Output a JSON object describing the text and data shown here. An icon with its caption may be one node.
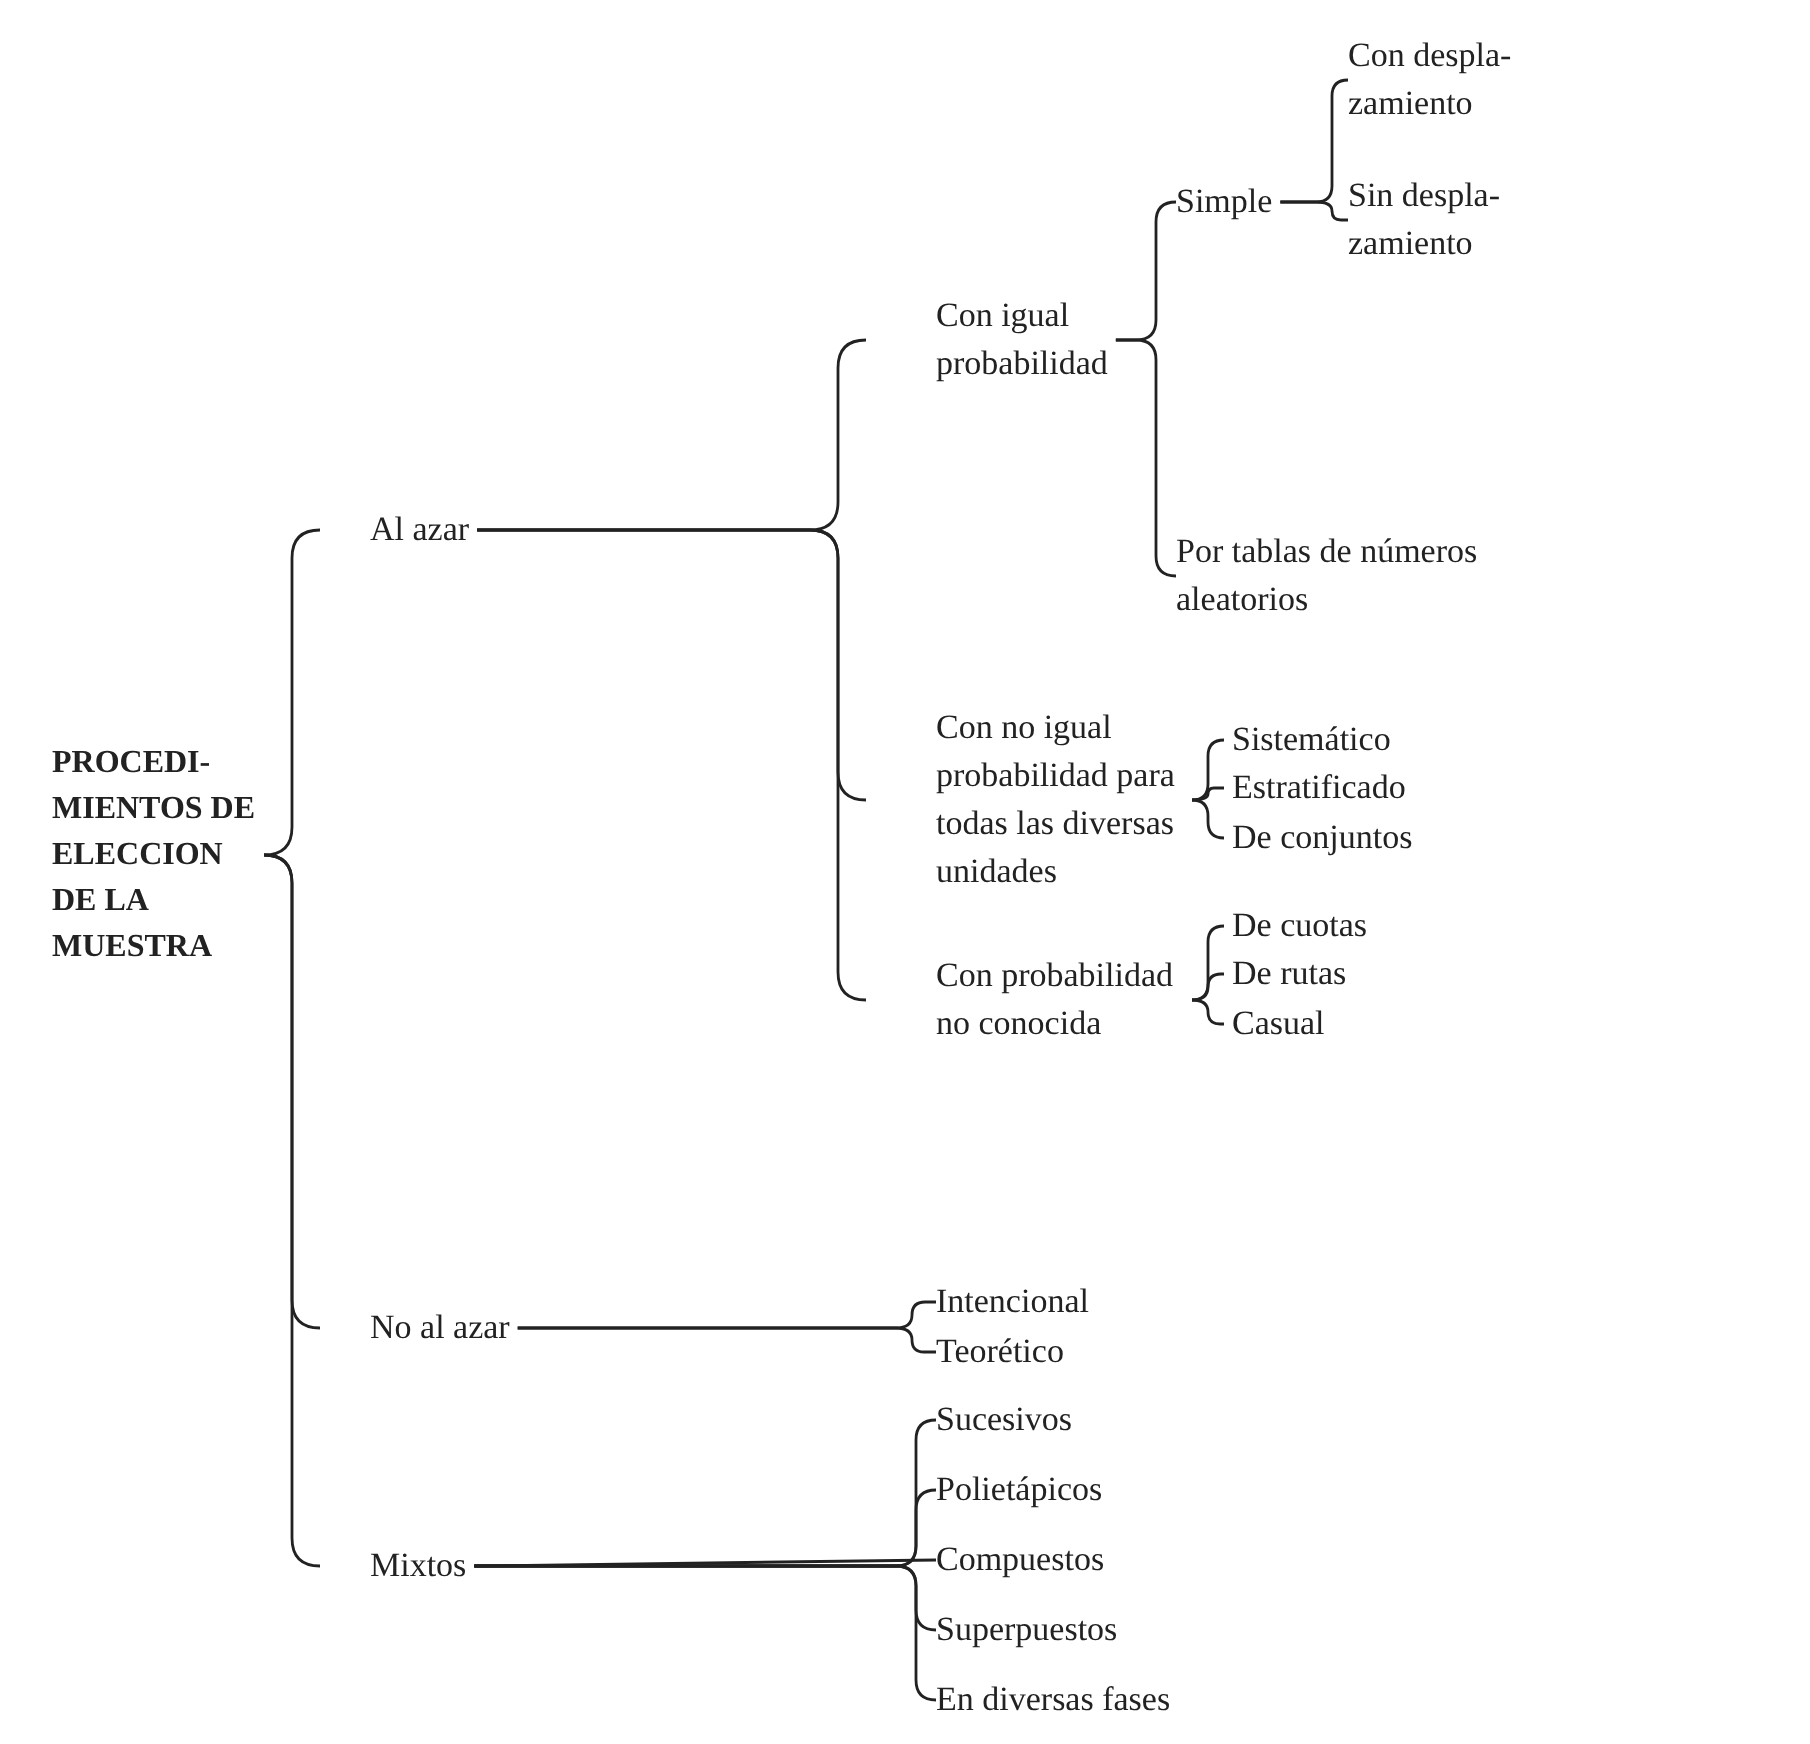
{
  "diagram": {
    "nodes": [
      {
        "text": [
          "PROCEDI- MIENTOS DE ELECCION DE LA MUESTRA"
        ]
      },
      {
        "text": [
          "Al azar"
        ]
      },
      {
        "text": [
          "No al azar"
        ]
      },
      {
        "text": [
          "Mixtos"
        ]
      },
      {
        "text": [
          "Con igual probabilidad"
        ]
      },
      {
        "text": [
          "Simple"
        ]
      },
      {
        "text": [
          "Con despla- zamiento"
        ]
      },
      {
        "text": [
          "Sin despla- zamiento"
        ]
      },
      {
        "text": [
          "Por tablas de números aleatorios"
        ]
      },
      {
        "text": [
          "Con no igual probabilidad para todas las diversas unidades"
        ]
      },
      {
        "text": [
          "Sistemático"
        ]
      },
      {
        "text": [
          "Estratificado"
        ]
      },
      {
        "text": [
          "De conjuntos"
        ]
      },
      {
        "text": [
          "Con probabilidad no conocida"
        ]
      },
      {
        "text": [
          "De cuotas"
        ]
      },
      {
        "text": [
          "De rutas"
        ]
      },
      {
        "text": [
          "Casual"
        ]
      },
      {
        "text": [
          "Intencional"
        ]
      },
      {
        "text": [
          "Teorético"
        ]
      },
      {
        "text": [
          "Sucesivos"
        ]
      },
      {
        "text": [
          "Polietápicos"
        ]
      },
      {
        "text": [
          "Compuestos"
        ]
      },
      {
        "text": [
          "Superpuestos"
        ]
      },
      {
        "text": [
          "En diversas fases"
        ]
      }
    ],
    "edges": [
      {
        "from": 0,
        "to": 1,
        "arrow": "none"
      },
      {
        "from": 0,
        "to": 2,
        "arrow": "none"
      },
      {
        "from": 0,
        "to": 3,
        "arrow": "none"
      },
      {
        "from": 1,
        "to": 4,
        "arrow": "none"
      },
      {
        "from": 1,
        "to": 9,
        "arrow": "none"
      },
      {
        "from": 1,
        "to": 13,
        "arrow": "none"
      },
      {
        "from": 4,
        "to": 5,
        "arrow": "none"
      },
      {
        "from": 4,
        "to": 8,
        "arrow": "none"
      },
      {
        "from": 5,
        "to": 6,
        "arrow": "none"
      },
      {
        "from": 5,
        "to": 7,
        "arrow": "none"
      },
      {
        "from": 9,
        "to": 10,
        "arrow": "none"
      },
      {
        "from": 9,
        "to": 11,
        "arrow": "none"
      },
      {
        "from": 9,
        "to": 12,
        "arrow": "none"
      },
      {
        "from": 13,
        "to": 14,
        "arrow": "none"
      },
      {
        "from": 13,
        "to": 15,
        "arrow": "none"
      },
      {
        "from": 13,
        "to": 16,
        "arrow": "none"
      },
      {
        "from": 2,
        "to": 17,
        "arrow": "none"
      },
      {
        "from": 2,
        "to": 18,
        "arrow": "none"
      },
      {
        "from": 3,
        "to": 19,
        "arrow": "none"
      },
      {
        "from": 3,
        "to": 20,
        "arrow": "none"
      },
      {
        "from": 3,
        "to": 21,
        "arrow": "none"
      },
      {
        "from": 3,
        "to": 22,
        "arrow": "none"
      },
      {
        "from": 3,
        "to": 23,
        "arrow": "none"
      }
    ]
  }
}
